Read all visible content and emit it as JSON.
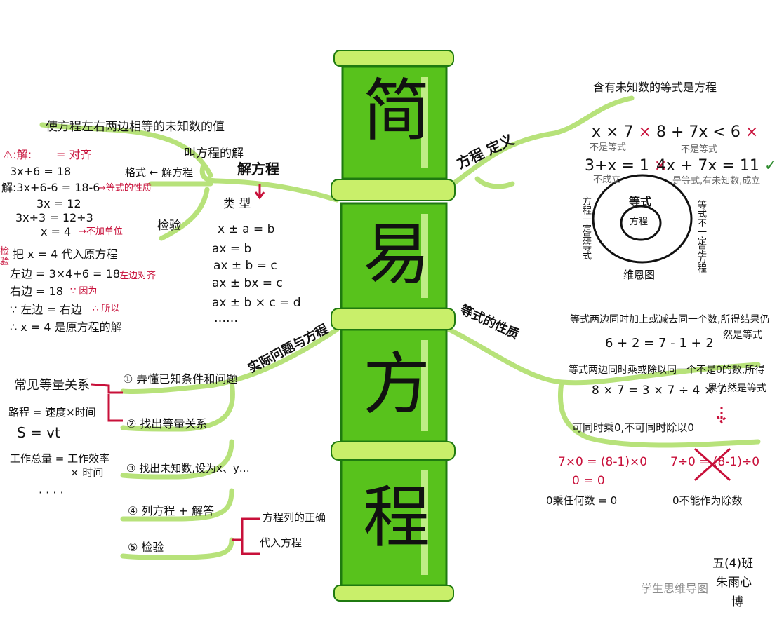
{
  "title_chars": [
    "简",
    "易",
    "方",
    "程"
  ],
  "colors": {
    "bamboo": "#58c21c",
    "bamboo_dark": "#1f7a10",
    "bamboo_light": "#c9ef6a",
    "branch": "#b7e27a",
    "red": "#c8103a",
    "green_check": "#2b8a2b"
  },
  "definition": {
    "branch_label": "方程 定义",
    "top_text": "含有未知数的等式是方程",
    "ex1": "x × 7",
    "ex1_mark": "×",
    "ex1_note": "不是等式",
    "ex2": "8 + 7x < 6",
    "ex2_mark": "×",
    "ex2_note": "不是等式",
    "ex3": "3+x = 1",
    "ex3_mark": "×",
    "ex3_note": "不成立",
    "ex4": "4x + 7x = 11",
    "ex4_mark": "✓",
    "ex4_note": "是等式,有未知数,成立",
    "venn_outer": "等式",
    "venn_inner": "方程",
    "venn_caption": "维恩图",
    "venn_left": "方程一定是等式",
    "venn_right": "等式不一定是方程"
  },
  "solve": {
    "branch_label": "解方程",
    "principle": "使方程左右两边相等的未知数的值",
    "principle_tail": "叫方程的解",
    "format_label": "格式 ← 解方程",
    "check_label": "检验",
    "warn": "⚠:解:",
    "align": "= 对齐",
    "steps": [
      "3x+6 = 18",
      "解:3x+6-6 = 18-6",
      "3x = 12",
      "3x÷3 = 12÷3",
      "x = 4"
    ],
    "step_note1": "→等式的性质",
    "step_note2": "→不加单位",
    "check_lines": [
      "把 x = 4 代入原方程",
      "左边 = 3×4+6 = 18",
      "右边 = 18",
      "∵ 左边 = 右边",
      "∴ x = 4 是原方程的解"
    ],
    "check_note_left": "左边对齐",
    "because": "∵ 因为",
    "therefore": "∴ 所以",
    "check_tag": "检验",
    "types_label": "类 型",
    "types": [
      "x ± a = b",
      "ax = b",
      "ax ± b = c",
      "ax ± bx = c",
      "ax ± b × c = d",
      "……"
    ]
  },
  "property": {
    "branch_label": "等式的性质",
    "rule1": "等式两边同时加上或减去同一个数,所得结果仍",
    "rule1_tail": "然是等式",
    "ex1": "6 + 2 = 7 - 1 + 2",
    "rule2": "等式两边同时乘或除以同一个不是0的数,所得",
    "rule2_tail": "果仍然是等式",
    "ex2": "8 × 7 = 3 × 7 ÷ 4 × 7",
    "note": "可同时乘0,不可同时除以0",
    "zero1": "7×0 = (8-1)×0",
    "zero1b": "0 = 0",
    "zero1c": "0乘任何数 = 0",
    "zero2": "7÷0 = (8-1)÷0",
    "zero2c": "0不能作为除数"
  },
  "word": {
    "branch_label": "实际问题与方程",
    "steps": [
      "① 弄懂已知条件和问题",
      "② 找出等量关系",
      "③ 找出未知数,设为x、y…",
      "④ 列方程 + 解答",
      "⑤ 检验"
    ],
    "rel_title": "常见等量关系",
    "rel1": "路程 = 速度×时间",
    "rel2": "S = vt",
    "rel3": "工作总量 = 工作效率",
    "rel3b": "× 时间",
    "rel_more": "· · · ·",
    "check_a": "方程列的正确",
    "check_b": "代入方程"
  },
  "signature": {
    "line1": "五(4)班",
    "line2": "朱雨心",
    "line3": "博"
  },
  "watermark": "学生思维导图"
}
